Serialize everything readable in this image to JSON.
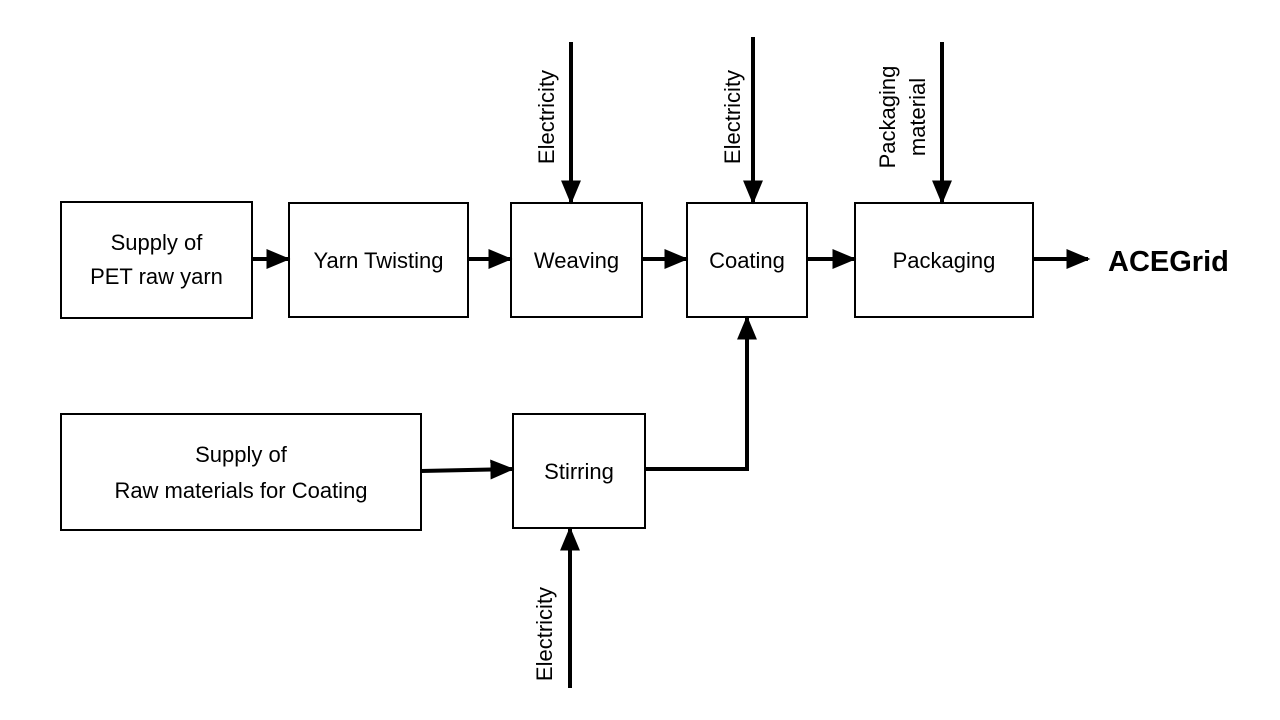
{
  "diagram": {
    "processes": {
      "pet_yarn_supply": [
        "Supply of",
        "PET raw yarn"
      ],
      "yarn_twisting": "Yarn Twisting",
      "weaving": "Weaving",
      "coating": "Coating",
      "packaging": "Packaging",
      "coating_materials_supply": [
        "Supply of",
        "Raw materials for Coating"
      ],
      "stirring": "Stirring"
    },
    "inputs": {
      "weaving_electricity": "Electricity",
      "coating_electricity": "Electricity",
      "packaging_material": [
        "Packaging",
        "material"
      ],
      "stirring_electricity": "Electricity"
    },
    "output": "ACEGrid"
  }
}
